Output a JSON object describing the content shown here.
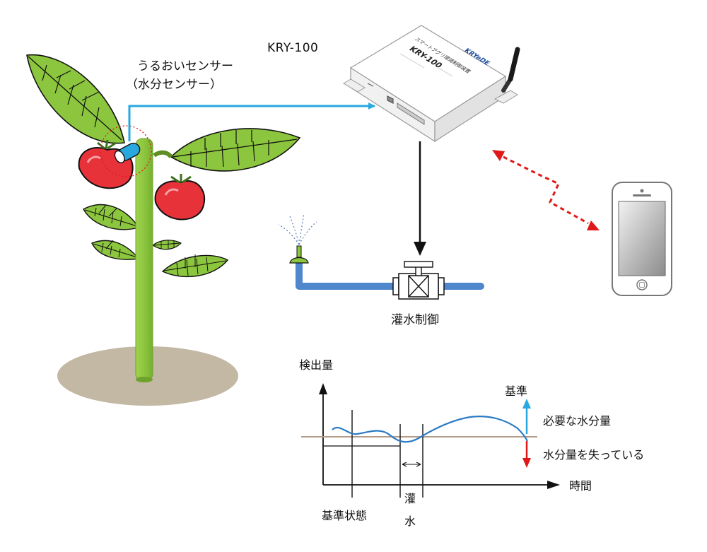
{
  "device": {
    "model_label": "KRY-100",
    "front_text": "KRY-100",
    "brand_text": "KRYeDE",
    "top_text": "スマートアグリ環境制御装置"
  },
  "sensor": {
    "label_line1": "うるおいセンサー",
    "label_line2": "（水分センサー）"
  },
  "irrigation": {
    "label": "灌水制御"
  },
  "graph": {
    "y_axis_label": "検出量",
    "x_axis_label": "時間",
    "reference_label": "基準",
    "needed_label": "必要な水分量",
    "losing_label": "水分量を失っている",
    "baseline_state_label": "基準状態",
    "irrigation_mark_label": "灌水"
  },
  "colors": {
    "sensor_arrow": "#29a8e0",
    "device_arrow": "#111111",
    "wireless_link": "#e01818",
    "pipe": "#4f86cc",
    "stem": "#8cc63e",
    "leaf": "#8cc63e",
    "tomato": "#e8323a",
    "soil": "#c2b8a3",
    "graph_curve": "#2c7bc4",
    "reference_line": "#b59c88",
    "need_arrow": "#29a8e0",
    "lose_arrow": "#e01818"
  }
}
